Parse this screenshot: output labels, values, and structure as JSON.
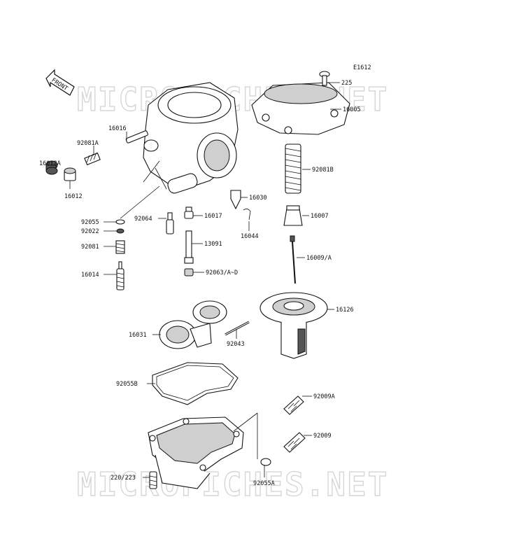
{
  "diagram_code": "E1612",
  "front_arrow_text": "FRONT",
  "watermark_text": "MICROFICHES.NET",
  "parts": {
    "p225": "225",
    "p16005": "16005",
    "p16016": "16016",
    "p92081A": "92081A",
    "p16012A": "16012A",
    "p16012": "16012",
    "p92081B": "92081B",
    "p16030": "16030",
    "p92055": "92055",
    "p92064": "92064",
    "p16017": "16017",
    "p16007": "16007",
    "p92022": "92022",
    "p16044": "16044",
    "p92081": "92081",
    "p13091": "13091",
    "p16009A": "16009/A",
    "p16014": "16014",
    "p92063AD": "92063/A~D",
    "p16126": "16126",
    "p16031": "16031",
    "p92043": "92043",
    "p92055B": "92055B",
    "p92009A": "92009A",
    "p92009": "92009",
    "p220223": "220/223",
    "p92055A": "92055A"
  }
}
